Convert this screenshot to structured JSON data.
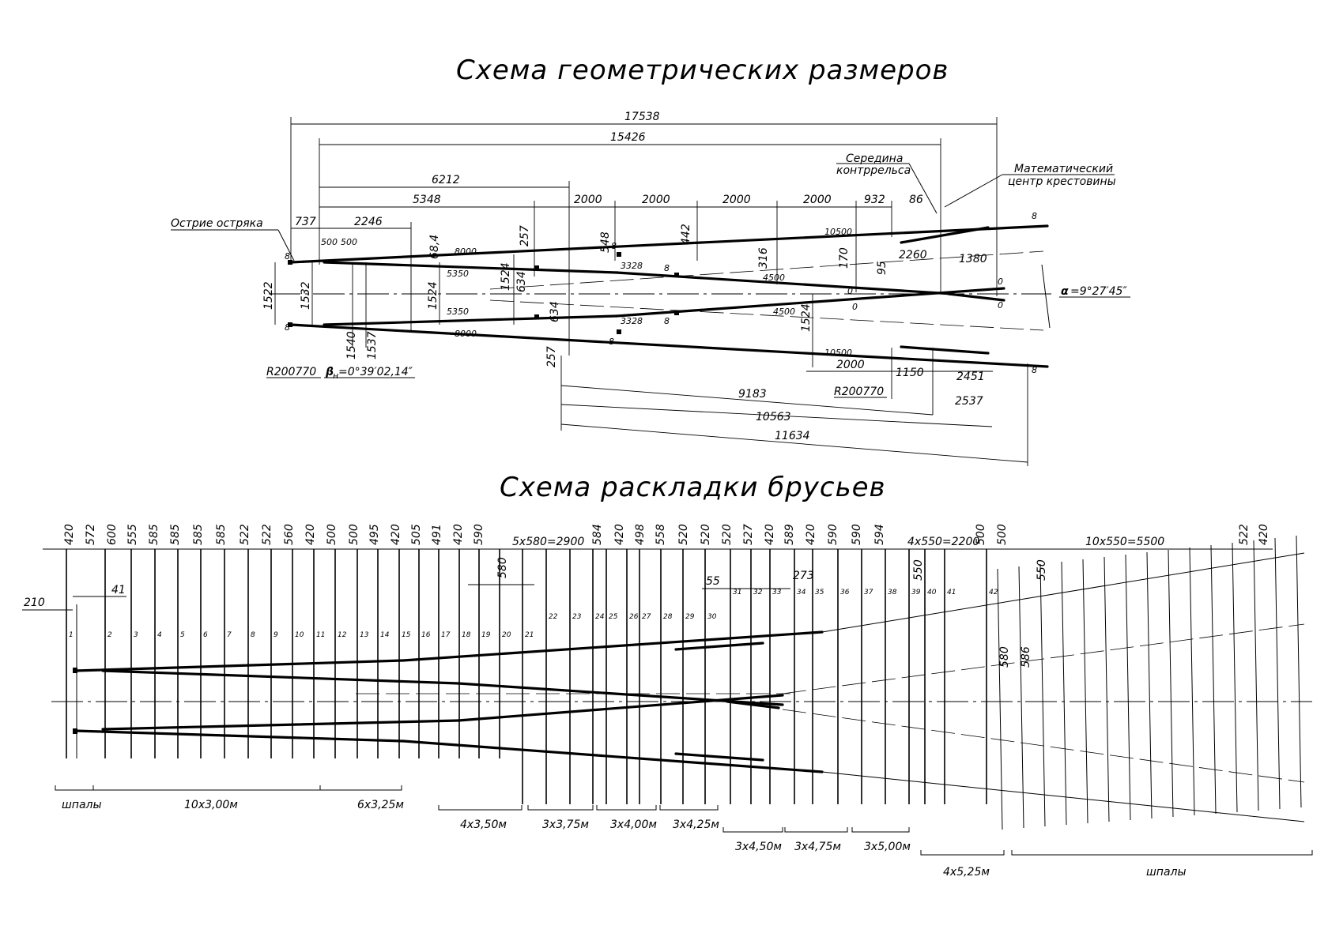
{
  "titles": {
    "geometry": "Схема геометрических размеров",
    "layout": "Схема раскладки брусьев"
  },
  "geometry": {
    "overall": [
      "17538",
      "15426"
    ],
    "upper_dims": [
      "6212",
      "5348",
      "2000",
      "2000",
      "2000",
      "2000",
      "932",
      "86"
    ],
    "left_dims": [
      "737",
      "2246",
      "500",
      "500"
    ],
    "vertical_dims": [
      "1522",
      "1532",
      "1524",
      "1540",
      "1537",
      "68,4",
      "257",
      "548",
      "442",
      "316",
      "634",
      "1524",
      "634",
      "257",
      "170",
      "95",
      "1524"
    ],
    "lower_dims": [
      "2000",
      "1150",
      "2451",
      "9183",
      "10563",
      "2537",
      "11634"
    ],
    "rail_labels": [
      "8000",
      "5350",
      "5350",
      "8000",
      "3328",
      "3328",
      "4500",
      "4500",
      "10500",
      "10500",
      "2260",
      "1380",
      "0",
      "0",
      "0",
      "0",
      "8",
      "8",
      "8",
      "8",
      "8",
      "8",
      "8",
      "8"
    ],
    "notes": {
      "point": "Острие остряка",
      "mid_guard_line1": "Середина",
      "mid_guard_line2": "контррельса",
      "math_center_line1": "Математический",
      "math_center_line2": "центр крестовины",
      "radius_left": "R200770",
      "radius_right": "R200770",
      "beta_symbol": "β",
      "beta_sub": "н",
      "beta_value": "=0°39′02,14″",
      "alpha_symbol": "α",
      "alpha_value": "=9°27′45″"
    }
  },
  "layout": {
    "spacings": [
      "420",
      "572",
      "600",
      "555",
      "585",
      "585",
      "585",
      "585",
      "522",
      "522",
      "560",
      "420",
      "500",
      "500",
      "495",
      "420",
      "505",
      "491",
      "420",
      "590",
      "5x580=2900",
      "584",
      "420",
      "498",
      "558",
      "520",
      "520",
      "520",
      "527",
      "420",
      "589",
      "420",
      "590",
      "590",
      "594",
      "4x550=2200",
      "500",
      "500",
      "10x550=5500",
      "522",
      "420"
    ],
    "extra_dims": [
      "210",
      "41",
      "580",
      "55",
      "273",
      "550",
      "550",
      "580",
      "586"
    ],
    "tie_numbers": [
      "1",
      "2",
      "3",
      "4",
      "5",
      "6",
      "7",
      "8",
      "9",
      "10",
      "11",
      "12",
      "13",
      "14",
      "15",
      "16",
      "17",
      "18",
      "19",
      "20",
      "21",
      "22",
      "23",
      "24",
      "25",
      "26",
      "27",
      "28",
      "29",
      "30",
      "31",
      "32",
      "33",
      "34",
      "35",
      "36",
      "37",
      "38",
      "39",
      "40",
      "41",
      "42"
    ],
    "groups": [
      "шпалы",
      "10x3,00м",
      "6x3,25м",
      "4x3,50м",
      "3x3,75м",
      "3x4,00м",
      "3x4,25м",
      "3x4,50м",
      "3x4,75м",
      "3x5,00м",
      "4x5,25м",
      "шпалы"
    ]
  }
}
